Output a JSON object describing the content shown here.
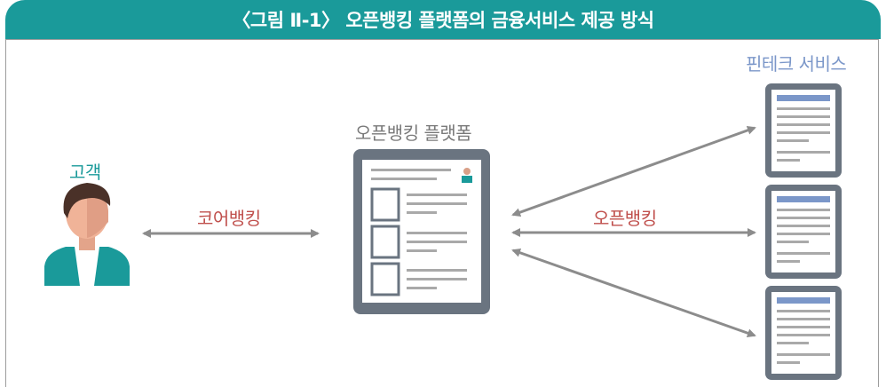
{
  "figure": {
    "title": "〈그림 Ⅱ-1〉 오픈뱅킹 플랫폼의 금융서비스 제공 방식"
  },
  "labels": {
    "customer": "고객",
    "core_banking": "코어뱅킹",
    "platform": "오픈뱅킹 플랫폼",
    "open_banking": "오픈뱅킹",
    "fintech_service": "핀테크 서비스"
  },
  "colors": {
    "title_bar": "#1a9a9a",
    "customer_label": "#1a9a9a",
    "core_banking_label": "#c0504d",
    "open_banking_label": "#c0504d",
    "platform_label": "#7a7a7a",
    "fintech_label": "#7b97c9",
    "arrow": "#8c8c8c",
    "device_frame": "#6a7480"
  },
  "icons": [
    "person-icon",
    "tablet-icon",
    "phone-icon"
  ]
}
